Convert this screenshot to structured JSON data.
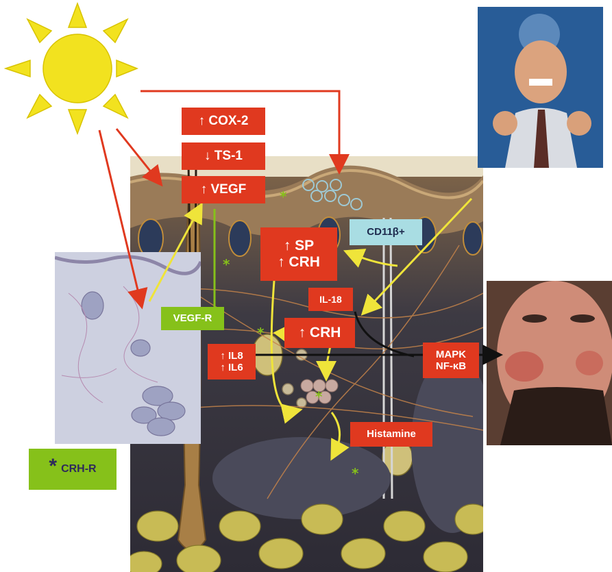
{
  "labels": {
    "cox2": "↑ COX-2",
    "ts1": "↓ TS-1",
    "vegf": "↑ VEGF",
    "sp_crh": "↑ SP\n↑ CRH",
    "cd11b": "CD11β+",
    "il18": "IL-18",
    "crh": "↑ CRH",
    "il8_il6": "↑ IL8\n↑ IL6",
    "mapk_nfkb": "MAPK\nNF-κB",
    "histamine": "Histamine",
    "vegfr": "VEGF-R",
    "crhr_star": "*",
    "crhr": "CRH-R"
  },
  "colors": {
    "red_label": "#e0391f",
    "green_label": "#86c11a",
    "cyan_label": "#a9dde3",
    "sun": "#f2e21f",
    "red_arrow": "#e0391f",
    "yellow_arrow": "#efe43a",
    "black_arrow": "#111111"
  }
}
